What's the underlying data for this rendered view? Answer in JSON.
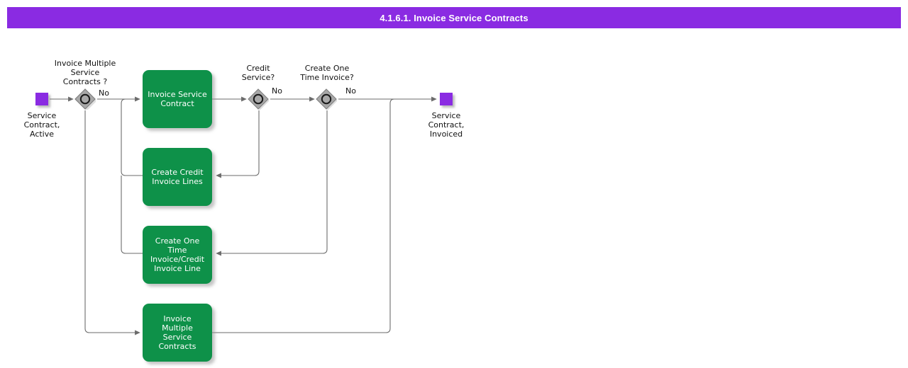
{
  "header": {
    "title": "4.1.6.1. Invoice Service Contracts",
    "background_color": "#8a2be2",
    "text_color": "#ffffff"
  },
  "colors": {
    "accent_purple": "#8a2be2",
    "task_green": "#0e9149",
    "gateway_gray": "#9a9a9a",
    "edge_gray": "#666666",
    "canvas": "#ffffff"
  },
  "diagram": {
    "type": "bpmn-flowchart",
    "events": [
      {
        "id": "start",
        "name": "service-contract-active",
        "label": "Service\nContract,\nActive",
        "kind": "start"
      },
      {
        "id": "end",
        "name": "service-contract-invoiced",
        "label": "Service\nContract,\nInvoiced",
        "kind": "end"
      }
    ],
    "gateways": [
      {
        "id": "gw1",
        "name": "invoice-multiple-service-contracts-gateway",
        "label": "Invoice Multiple\nService\nContracts ?",
        "outgoing_label": "No"
      },
      {
        "id": "gw2",
        "name": "credit-service-gateway",
        "label": "Credit\nService?",
        "outgoing_label": "No"
      },
      {
        "id": "gw3",
        "name": "create-one-time-invoice-gateway",
        "label": "Create One\nTime Invoice?",
        "outgoing_label": "No"
      }
    ],
    "tasks": [
      {
        "id": "t1",
        "name": "invoice-service-contract-task",
        "label": "Invoice Service\nContract"
      },
      {
        "id": "t2",
        "name": "create-credit-invoice-lines-task",
        "label": "Create Credit\nInvoice Lines"
      },
      {
        "id": "t3",
        "name": "create-one-time-invoice-credit-invoice-line-task",
        "label": "Create One\nTime\nInvoice/Credit\nInvoice Line"
      },
      {
        "id": "t4",
        "name": "invoice-multiple-service-contracts-task",
        "label": "Invoice Multiple\nService\nContracts"
      }
    ]
  }
}
